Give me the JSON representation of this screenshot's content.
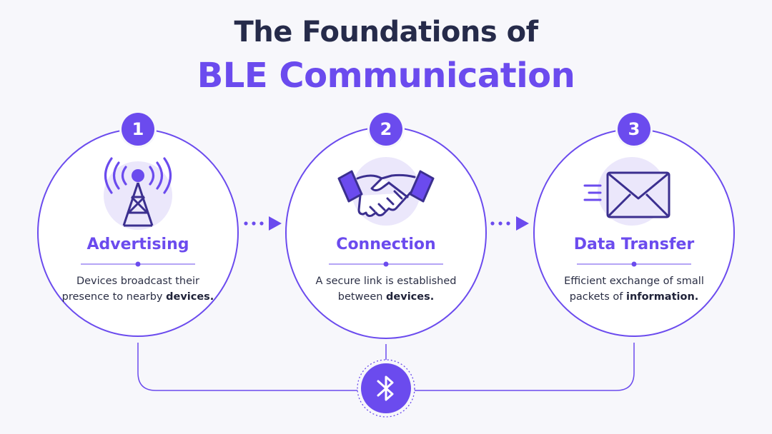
{
  "title": {
    "line1": "The Foundations of",
    "line2": "BLE Communication"
  },
  "colors": {
    "accent": "#6b4bee",
    "dark": "#262b4a",
    "circle_fill": "#ffffff",
    "icon_bg": "#ebe7fb"
  },
  "steps": [
    {
      "number": "1",
      "title": "Advertising",
      "icon": "radio-tower-icon",
      "desc_plain": "Devices broadcast their presence to nearby ",
      "desc_bold": "devices."
    },
    {
      "number": "2",
      "title": "Connection",
      "icon": "handshake-icon",
      "desc_plain": "A secure link is established between ",
      "desc_bold": "devices."
    },
    {
      "number": "3",
      "title": "Data Transfer",
      "icon": "envelope-icon",
      "desc_plain": "Efficient exchange of small packets of ",
      "desc_bold": "information."
    }
  ],
  "hub": {
    "icon": "bluetooth-icon"
  }
}
